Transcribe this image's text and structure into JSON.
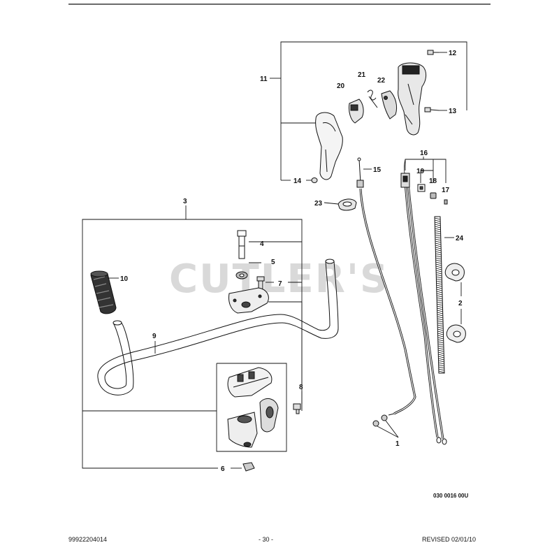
{
  "watermark": "CUTLER'S",
  "drawing_number": "030 0016 00U",
  "footer": {
    "part_number": "99922204014",
    "page": "- 30 -",
    "revised": "REVISED 02/01/10"
  },
  "callouts": {
    "c1": "1",
    "c2": "2",
    "c3": "3",
    "c4": "4",
    "c5": "5",
    "c6": "6",
    "c7": "7",
    "c8": "8",
    "c9": "9",
    "c10": "10",
    "c11": "11",
    "c12": "12",
    "c13": "13",
    "c14": "14",
    "c15": "15",
    "c16": "16",
    "c17": "17",
    "c18": "18",
    "c19": "19",
    "c20": "20",
    "c21": "21",
    "c22": "22",
    "c23": "23",
    "c24": "24"
  }
}
